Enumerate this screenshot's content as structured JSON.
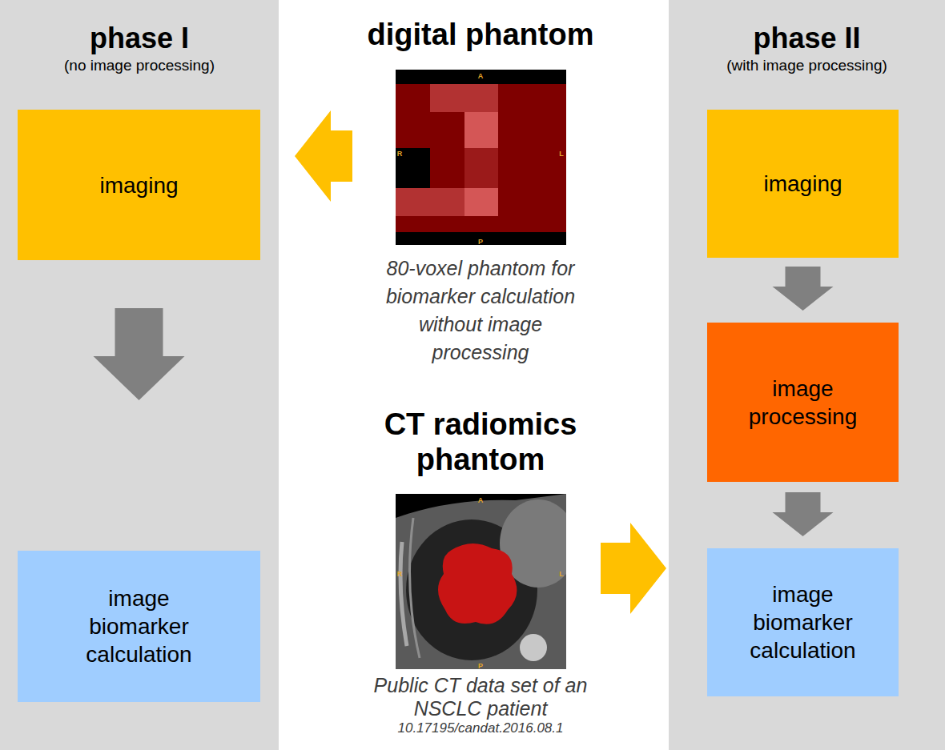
{
  "diagram": {
    "nodes": [
      {
        "text": [
          "phase I",
          "(no image processing)"
        ]
      },
      {
        "text": [
          "imaging"
        ],
        "in": 0
      },
      {
        "text": [
          "image biomarker calculation"
        ],
        "in": 0
      },
      {
        "text": [
          "digital phantom",
          "80-voxel phantom for biomarker calculation without image processing"
        ]
      },
      {
        "text": [
          "CT radiomics phantom",
          "Public CT data set of an NSCLC patient",
          "10.17195/candat.2016.08.1"
        ]
      },
      {
        "text": [
          "phase II",
          "(with image processing)"
        ]
      },
      {
        "text": [
          "imaging"
        ],
        "in": 5
      },
      {
        "text": [
          "image processing"
        ],
        "in": 5
      },
      {
        "text": [
          "image biomarker calculation"
        ],
        "in": 5
      }
    ],
    "edges": [
      {
        "from": 3,
        "to": 0,
        "arrow": "to"
      },
      {
        "from": 1,
        "to": 2,
        "arrow": "to"
      },
      {
        "from": 4,
        "to": 5,
        "arrow": "to"
      },
      {
        "from": 6,
        "to": 7,
        "arrow": "to"
      },
      {
        "from": 7,
        "to": 8,
        "arrow": "to"
      }
    ],
    "labels": [
      "A",
      "R",
      "L",
      "P",
      "A",
      "R",
      "L",
      "P"
    ]
  }
}
